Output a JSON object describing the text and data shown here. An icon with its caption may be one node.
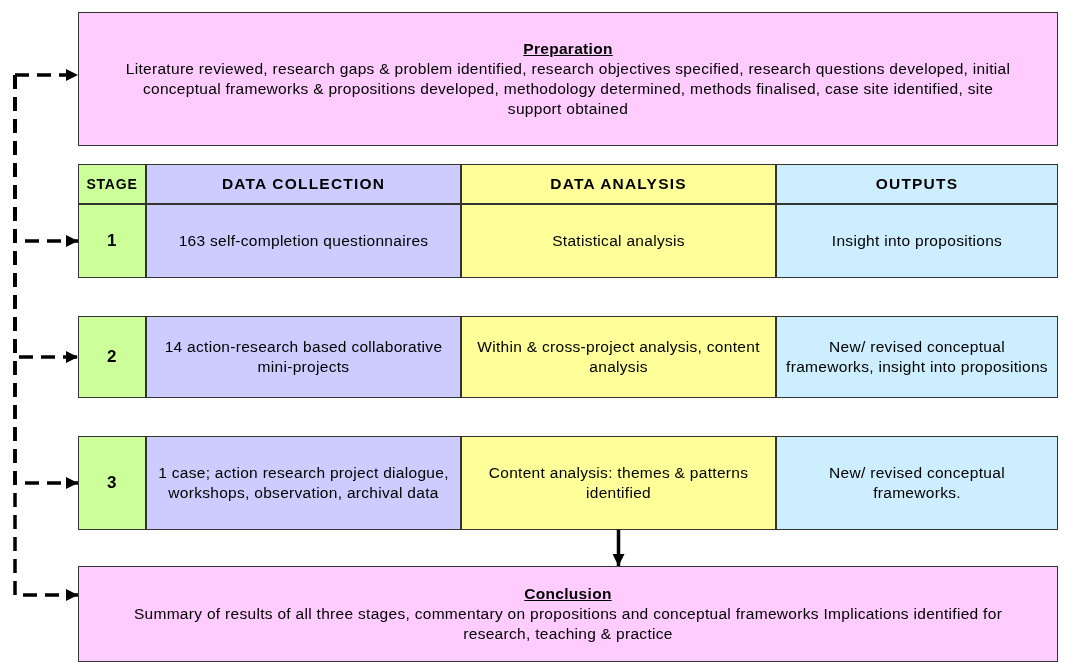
{
  "diagram": {
    "nodes": [
      {
        "text": [
          "Preparation",
          "Literature reviewed, research gaps & problem identified, research objectives specified, research questions developed, initial conceptual frameworks & propositions developed, methodology determined, methods finalised, case site identified, site support obtained"
        ]
      },
      {
        "text": [
          "STAGE"
        ]
      },
      {
        "text": [
          "DATA COLLECTION"
        ]
      },
      {
        "text": [
          "DATA ANALYSIS"
        ]
      },
      {
        "text": [
          "OUTPUTS"
        ]
      },
      {
        "text": [
          "1"
        ]
      },
      {
        "text": [
          "163 self-completion questionnaires"
        ]
      },
      {
        "text": [
          "Statistical analysis"
        ]
      },
      {
        "text": [
          "Insight into propositions"
        ]
      },
      {
        "text": [
          "2"
        ]
      },
      {
        "text": [
          "14 action-research based collaborative mini-projects"
        ]
      },
      {
        "text": [
          "Within & cross-project analysis, content analysis"
        ]
      },
      {
        "text": [
          "New/ revised conceptual frameworks, insight into propositions"
        ]
      },
      {
        "text": [
          "3"
        ]
      },
      {
        "text": [
          "1 case; action research project dialogue, workshops, observation, archival data"
        ]
      },
      {
        "text": [
          "Content analysis: themes & patterns identified"
        ]
      },
      {
        "text": [
          "New/ revised conceptual frameworks."
        ]
      },
      {
        "text": [
          "Conclusion",
          "Summary of results of all three stages, commentary on propositions and conceptual frameworks Implications identified for research, teaching & practice"
        ]
      }
    ],
    "edges": [
      {
        "from": null,
        "to": 0,
        "arrow": "to",
        "style": "dashed"
      },
      {
        "from": null,
        "to": 5,
        "arrow": "to",
        "style": "dashed"
      },
      {
        "from": null,
        "to": 9,
        "arrow": "to",
        "style": "dashed"
      },
      {
        "from": null,
        "to": 13,
        "arrow": "to",
        "style": "dashed"
      },
      {
        "from": null,
        "to": 17,
        "arrow": "to",
        "style": "dashed"
      },
      {
        "from": 15,
        "to": 17,
        "arrow": "to"
      }
    ]
  }
}
